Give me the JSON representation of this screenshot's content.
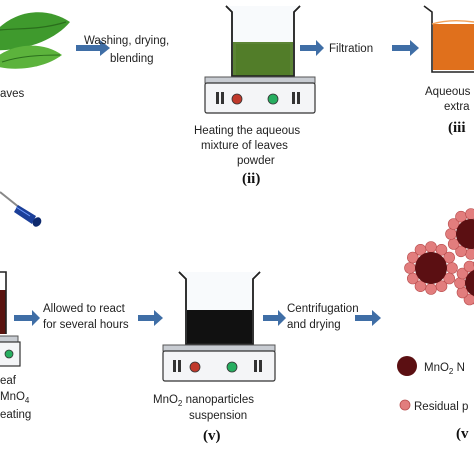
{
  "steps": {
    "leaves_label": "aves",
    "washing_line1": "Washing, drying,",
    "washing_line2": "blending",
    "filtration": "Filtration",
    "heating_line1": "Heating the aqueous",
    "heating_line2": "mixture of leaves",
    "heating_line3": "powder",
    "numeral_ii": "(ii)",
    "aqueous_line1": "Aqueous",
    "aqueous_line2": "extra",
    "numeral_iii": "(iii",
    "react_line1": "Allowed to react",
    "react_line2": "for several hours",
    "centrifuge_line1": "Centrifugation",
    "centrifuge_line2": "and drying",
    "left_line1": "eaf",
    "left_line2": "MnO",
    "left_line2_sub": "4",
    "left_line3": "eating",
    "suspension_line1_a": "MnO",
    "suspension_line1_sub": "2",
    "suspension_line1_b": " nanoparticles",
    "suspension_line2": "suspension",
    "numeral_v": "(v)",
    "legend_np_a": "MnO",
    "legend_np_sub": "2",
    "legend_np_b": " N",
    "legend_residual": "Residual p",
    "numeral_vi": "(v"
  },
  "colors": {
    "arrow": "#3f6ea6",
    "green_liquid": "#4e7a24",
    "orange_liquid": "#e0701c",
    "black_liquid": "#111111",
    "dark_red_liquid": "#5a1410",
    "nanoparticle_core": "#5b0f12",
    "residual_particle": "#e27d7d",
    "leaf_green": "#3f9a2d"
  },
  "icons": [
    "leaves-icon",
    "beaker-icon",
    "hot-plate-icon",
    "pipette-icon",
    "nanoparticle-cluster-icon"
  ]
}
